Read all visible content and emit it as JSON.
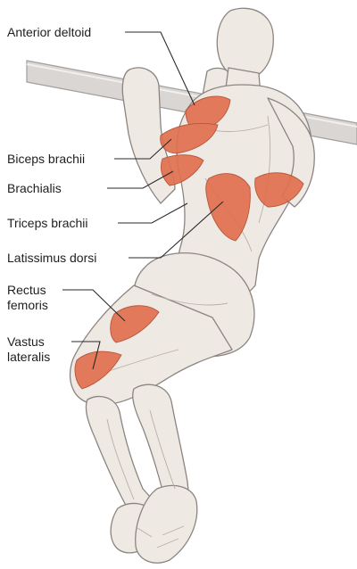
{
  "labels": {
    "anterior_deltoid": "Anterior deltoid",
    "biceps_brachii": "Biceps brachii",
    "brachialis": "Brachialis",
    "triceps_brachii": "Triceps brachii",
    "latissimus_dorsi": "Latissimus dorsi",
    "rectus_femoris": "Rectus\nfemoris",
    "vastus_lateralis": "Vastus\nlateralis"
  },
  "colors": {
    "skin": "#efe9e4",
    "outline": "#8c8480",
    "muscle_highlight": "#e0704f",
    "bar": "#d9d6d4",
    "leader_line": "#2a2a2a"
  }
}
